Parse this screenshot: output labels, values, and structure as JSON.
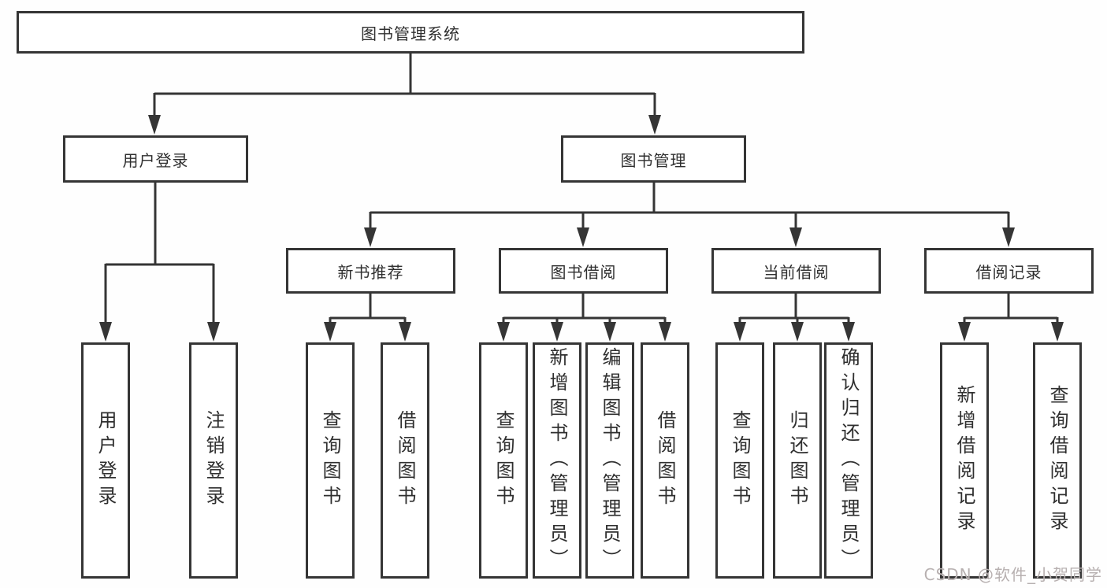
{
  "diagram_title": "图书管理系统",
  "nodes": {
    "root": "图书管理系统",
    "user_login": "用户登录",
    "book_mgmt": "图书管理",
    "new_book_rec": "新书推荐",
    "book_borrow": "图书借阅",
    "current_borrow": "当前借阅",
    "borrow_record": "借阅记录",
    "leaf_user_login": "用户登录",
    "leaf_logout": "注销登录",
    "leaf_query_book_rec": "查询图书",
    "leaf_borrow_book_rec": "借阅图书",
    "leaf_query_book_borrow": "查询图书",
    "leaf_add_book_admin": "新增图书（管理员）",
    "leaf_edit_book_admin": "编辑图书（管理员）",
    "leaf_borrow_book_borrow": "借阅图书",
    "leaf_query_book_current": "查询图书",
    "leaf_return_book": "归还图书",
    "leaf_confirm_return_admin": "确认归还（管理员）",
    "leaf_add_borrow_record": "新增借阅记录",
    "leaf_query_borrow_record": "查询借阅记录"
  },
  "hierarchy": [
    {
      "parent": "图书管理系统",
      "children": [
        "用户登录",
        "图书管理"
      ]
    },
    {
      "parent": "用户登录",
      "children": [
        "用户登录",
        "注销登录"
      ]
    },
    {
      "parent": "图书管理",
      "children": [
        "新书推荐",
        "图书借阅",
        "当前借阅",
        "借阅记录"
      ]
    },
    {
      "parent": "新书推荐",
      "children": [
        "查询图书",
        "借阅图书"
      ]
    },
    {
      "parent": "图书借阅",
      "children": [
        "查询图书",
        "新增图书（管理员）",
        "编辑图书（管理员）",
        "借阅图书"
      ]
    },
    {
      "parent": "当前借阅",
      "children": [
        "查询图书",
        "归还图书",
        "确认归还（管理员）"
      ]
    },
    {
      "parent": "借阅记录",
      "children": [
        "新增借阅记录",
        "查询借阅记录"
      ]
    }
  ],
  "watermark": "CSDN @软件_小贺同学",
  "colors": {
    "line": "#353535",
    "box_border": "#353535",
    "box_fill": "#ffffff",
    "text": "#2f2f2f",
    "watermark": "#b7b0b0",
    "background": "#fefefe"
  }
}
